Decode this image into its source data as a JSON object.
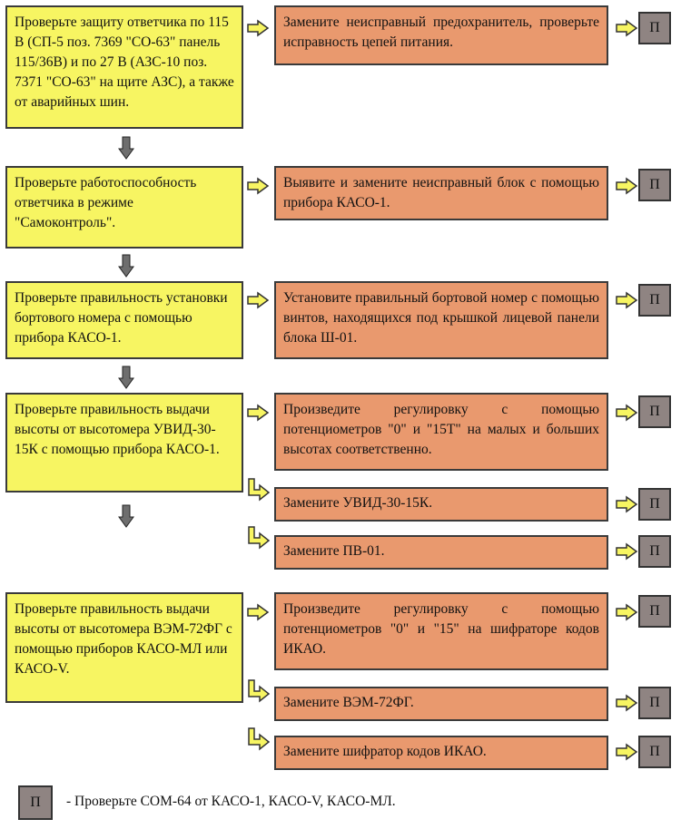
{
  "steps": [
    {
      "check": "Проверьте защиту ответчика по 115 В (СП-5 поз. 7369 \"СО-63\" панель 115/36В) и по 27 В (АЗС-10 поз. 7371 \"СО-63\" на щите АЗС), а также от аварийных шин.",
      "actions": [
        "Замените неисправный предохранитель, проверьте исправность цепей питания."
      ]
    },
    {
      "check": "Проверьте работоспособность ответчика в режиме \"Самоконтроль\".",
      "actions": [
        "Выявите и замените неисправный блок с помощью прибора КАСО-1."
      ]
    },
    {
      "check": "Проверьте правильность установки бортового номера с помощью прибора КАСО-1.",
      "actions": [
        "Установите правильный бортовой номер с помощью винтов, находящихся под крышкой лицевой панели блока Ш-01."
      ]
    },
    {
      "check": "Проверьте правильность выдачи высоты от высотомера УВИД-30-15К с помощью прибора КАСО-1.",
      "actions": [
        "Произведите регулировку с помощью потенциометров \"0\" и \"15Т\" на малых и больших высотах соответственно.",
        "Замените УВИД-30-15К.",
        "Замените ПВ-01."
      ]
    },
    {
      "check": "Проверьте правильность выдачи высоты от высотомера ВЭМ-72ФГ с помощью приборов КАСО-МЛ или КАСО-V.",
      "actions": [
        "Произведите регулировку с помощью потенциометров \"0\" и \"15\" на шифраторе кодов ИКАО.",
        "Замените ВЭМ-72ФГ.",
        "Замените шифратор кодов ИКАО."
      ]
    }
  ],
  "p_label": "П",
  "legend": {
    "symbol": "П",
    "text": "- Проверьте СОМ-64 от КАСО-1, КАСО-V, КАСО-МЛ."
  },
  "colors": {
    "check_box": "#f7f562",
    "action_box": "#e9996e",
    "p_box": "#8f8482",
    "arrow_fill": "#f7f562",
    "down_arrow": "#6e6e6e"
  }
}
